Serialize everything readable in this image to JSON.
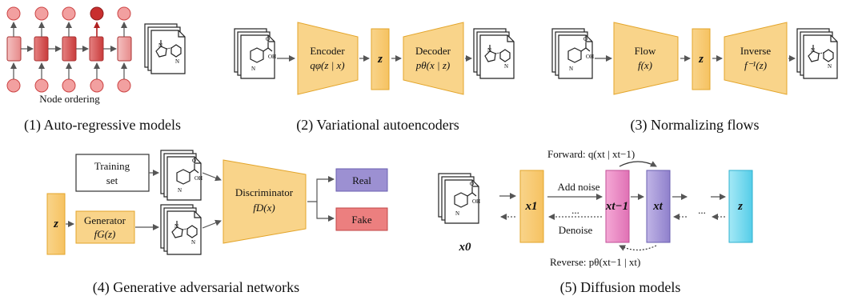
{
  "colors": {
    "orange_fill": "#f9d48a",
    "orange_dark": "#e3a52b",
    "pink_fill": "#ec8bc6",
    "purple_fill": "#a99ad8",
    "cyan_fill": "#76d8ef",
    "red_node": "#d44040",
    "real_box": "#9c90d2",
    "fake_box": "#ec7f7f",
    "arrow": "#555555"
  },
  "panel1": {
    "caption": "(1) Auto-regressive models",
    "axis_label": "Node ordering"
  },
  "panel2": {
    "caption": "(2) Variational autoencoders",
    "encoder_label": "Encoder",
    "encoder_formula": "qφ(z | x)",
    "latent": "z",
    "decoder_label": "Decoder",
    "decoder_formula": "pθ(x | z)"
  },
  "panel3": {
    "caption": "(3) Normalizing flows",
    "flow_label": "Flow",
    "flow_formula": "f(x)",
    "latent": "z",
    "inverse_label": "Inverse",
    "inverse_formula": "f⁻¹(z)"
  },
  "panel4": {
    "caption": "(4) Generative adversarial networks",
    "training_line1": "Training",
    "training_line2": "set",
    "latent": "z",
    "generator_label": "Generator",
    "generator_formula": "fG(z)",
    "discriminator_label": "Discriminator",
    "discriminator_formula": "fD(x)",
    "real_label": "Real",
    "fake_label": "Fake"
  },
  "panel5": {
    "caption": "(5) Diffusion models",
    "forward_label": "Forward: q(xt | xt−1)",
    "add_noise": "Add noise",
    "denoise": "Denoise",
    "reverse_label": "Reverse: pθ(xt−1 | xt)",
    "x0": "x0",
    "x1": "x1",
    "xt_minus_1": "xt−1",
    "xt": "xt",
    "latent": "z",
    "ellipsis": "..."
  }
}
